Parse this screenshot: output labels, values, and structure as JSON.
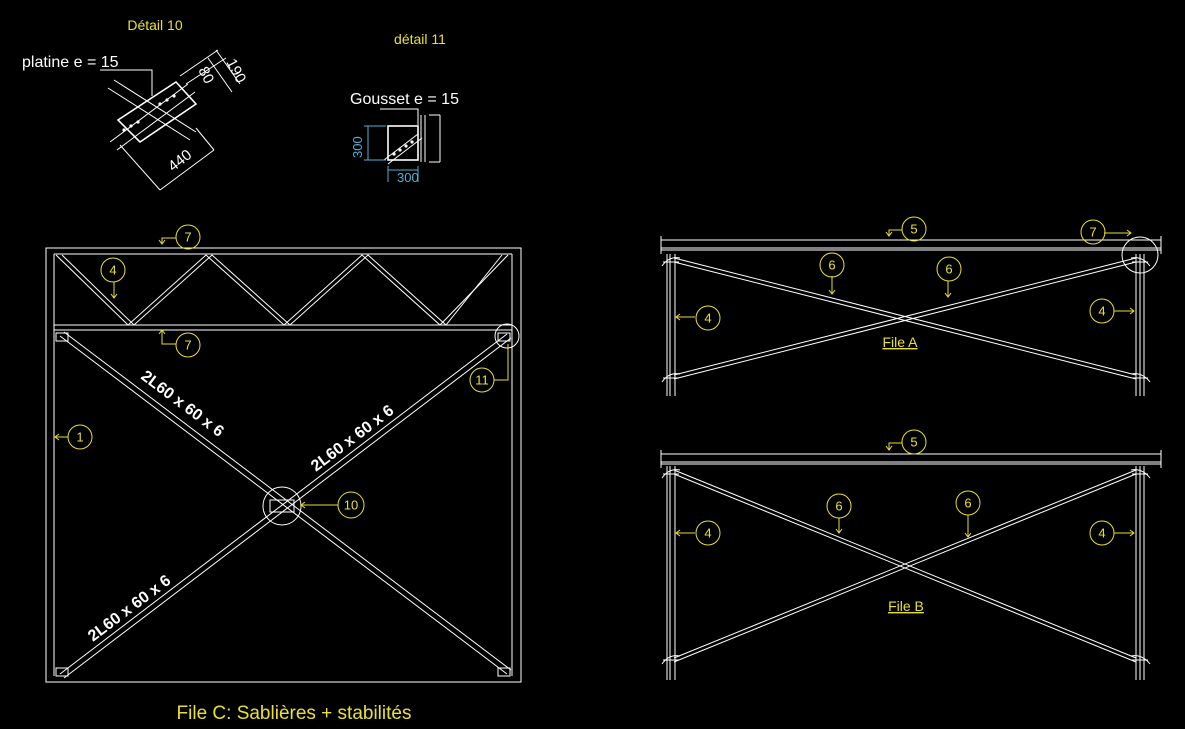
{
  "colors": {
    "background": "#000000",
    "lines": "#ffffff",
    "annotation": "#e8e033",
    "dimension": "#4fb0d8"
  },
  "detail10": {
    "title": "Détail 10",
    "plate_label": "platine  e = 15",
    "dim_190": "190",
    "dim_80": "80",
    "dim_440": "440"
  },
  "detail11": {
    "title": "détail 11",
    "gusset_label": "Gousset  e = 15",
    "dim_vertical": "300",
    "dim_horizontal": "300"
  },
  "file_c": {
    "caption": "File C: Sablières + stabilités",
    "brace_upper_left": "2L60 x 60 x 6",
    "brace_upper_right": "2L60 x 60 x 6",
    "brace_lower_left": "2L60 x 60 x 6",
    "markers": {
      "top_chord": "7",
      "bottom_chord": "7",
      "truss": "4",
      "post": "1",
      "joint_11": "11",
      "joint_10": "10"
    }
  },
  "file_a": {
    "caption": "File A",
    "markers": {
      "beam": "5",
      "corner": "7",
      "brace_left": "6",
      "brace_right": "6",
      "post_left": "4",
      "post_right": "4"
    }
  },
  "file_b": {
    "caption": "File B",
    "markers": {
      "beam": "5",
      "brace_left": "6",
      "brace_right": "6",
      "post_left": "4",
      "post_right": "4"
    }
  }
}
